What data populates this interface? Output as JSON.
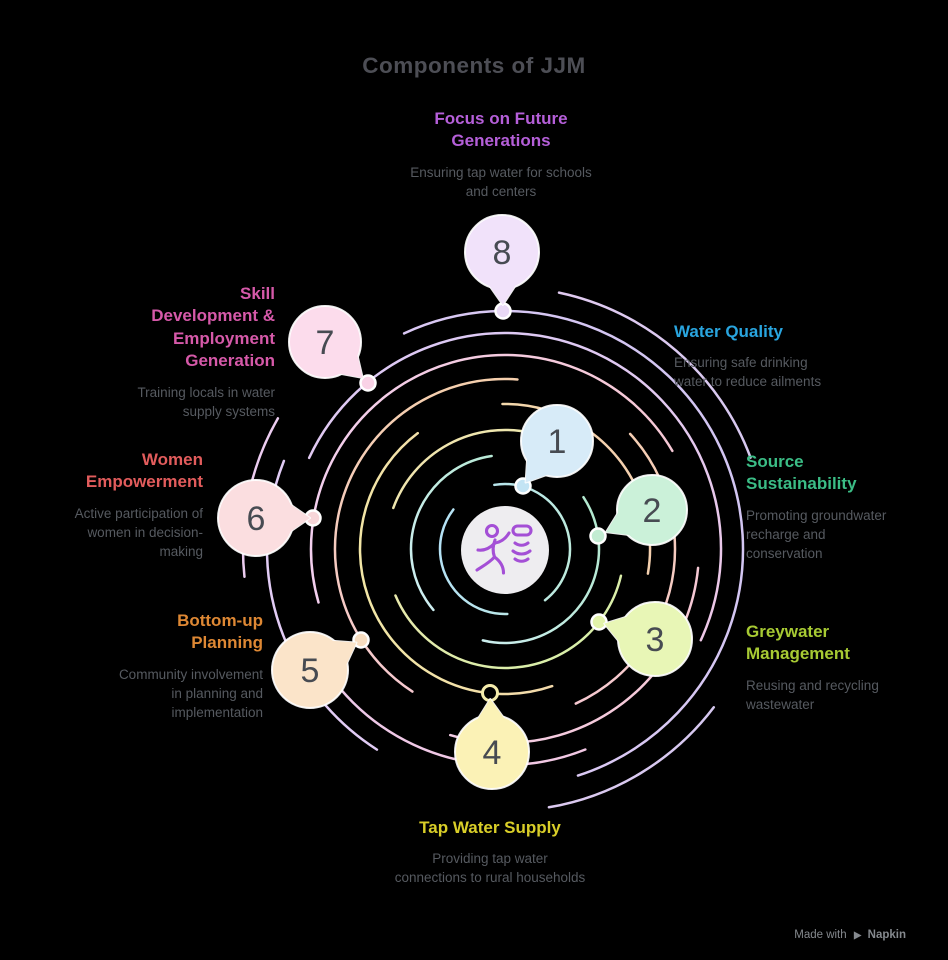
{
  "title": "Components of JJM",
  "watermark": {
    "prefix": "Made with",
    "brand": "Napkin"
  },
  "center": {
    "icon": "running-person-icon"
  },
  "colors": {
    "background": "#000000",
    "heading": "#4d4e55",
    "description": "#565a60",
    "number": "#474b52",
    "center_circle": "#eeedf0",
    "center_icon": "#a44fd6"
  },
  "components": [
    {
      "number": "1",
      "name": "Water Quality",
      "description": "Ensuring safe drinking\nwater to reduce ailments",
      "accent": "#29a5df",
      "bubble": "#d7ebf8",
      "dot": "#c3e4f4"
    },
    {
      "number": "2",
      "name": "Source\nSustainability",
      "description": "Promoting groundwater\nrecharge and\nconservation",
      "accent": "#3bbd86",
      "bubble": "#cbf1d9",
      "dot": "#c2ecd2"
    },
    {
      "number": "3",
      "name": "Greywater\nManagement",
      "description": "Reusing and recycling\nwastewater",
      "accent": "#a7ca33",
      "bubble": "#e8f6b6",
      "dot": "#e2f3a9"
    },
    {
      "number": "4",
      "name": "Tap Water Supply",
      "description": "Providing tap water\nconnections to rural households",
      "accent": "#d9ce28",
      "bubble": "#fbf2b6",
      "dot": "#f5ecac"
    },
    {
      "number": "5",
      "name": "Bottom-up\nPlanning",
      "description": "Community involvement\nin planning and\nimplementation",
      "accent": "#de8834",
      "bubble": "#fbe4c9",
      "dot": "#f8ddc0"
    },
    {
      "number": "6",
      "name": "Women\nEmpowerment",
      "description": "Active participation of\nwomen in decision-\nmaking",
      "accent": "#e25c5c",
      "bubble": "#fbdee0",
      "dot": "#f8d6d9"
    },
    {
      "number": "7",
      "name": "Skill\nDevelopment &\nEmployment\nGeneration",
      "description": "Training locals in water\nsupply systems",
      "accent": "#d659a9",
      "bubble": "#fcdcec",
      "dot": "#f9d2e6"
    },
    {
      "number": "8",
      "name": "Focus on Future\nGenerations",
      "description": "Ensuring tap water for schools\nand centers",
      "accent": "#b55fd9",
      "bubble": "#f1e2fa",
      "dot": "#e9d9f6"
    }
  ]
}
